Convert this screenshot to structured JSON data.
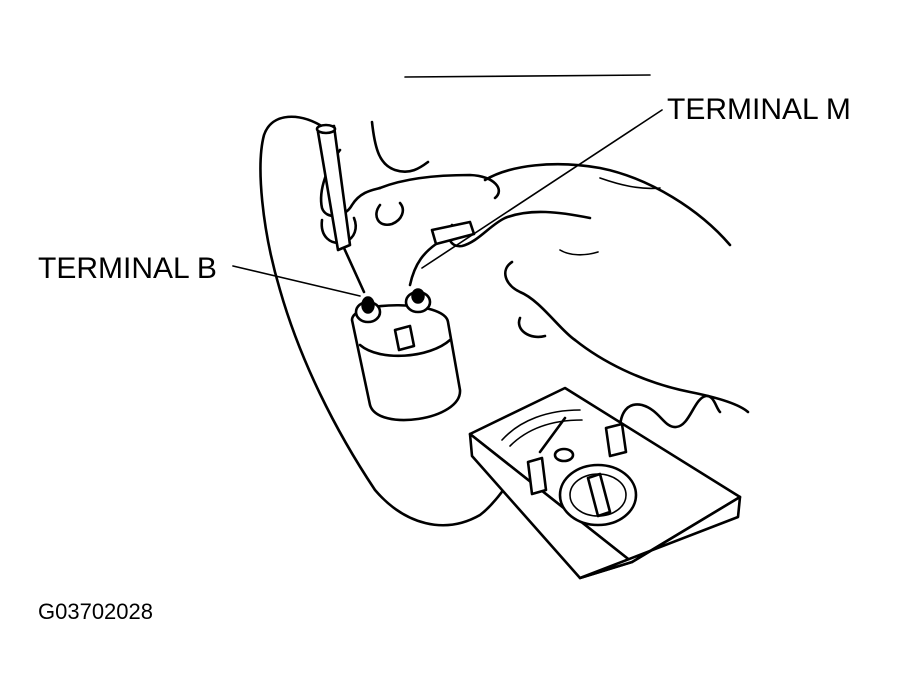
{
  "labels": {
    "terminal_m": "TERMINAL M",
    "terminal_b": "TERMINAL B",
    "figure_code": "G03702028"
  },
  "colors": {
    "line": "#000000",
    "background": "#ffffff"
  }
}
